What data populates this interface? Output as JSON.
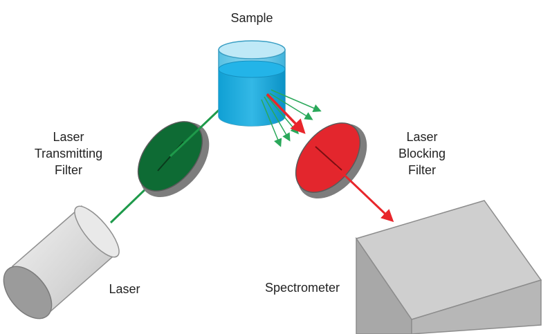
{
  "labels": {
    "sample": "Sample",
    "laser_transmitting_filter": [
      "Laser",
      "Transmitting",
      "Filter"
    ],
    "laser_blocking_filter": [
      "Laser",
      "Blocking",
      "Filter"
    ],
    "laser": "Laser",
    "spectrometer": "Spectrometer"
  },
  "colors": {
    "laser_beam": "#1e9a4a",
    "scattered_rays": "#2aa85a",
    "rayleigh_beam": "#e8262b",
    "transmitting_filter": "#0e6b34",
    "blocking_filter": "#e3262d",
    "filter_rim": "#7d7d7d",
    "sample_liquid": "#19a6d8",
    "sample_glass": "#9edcf0",
    "laser_body": "#dcdcdc",
    "spectrometer_body": "#c6c6c6"
  },
  "icons": {
    "laser": "cylinder",
    "sample": "beaker",
    "spectrometer": "box"
  }
}
